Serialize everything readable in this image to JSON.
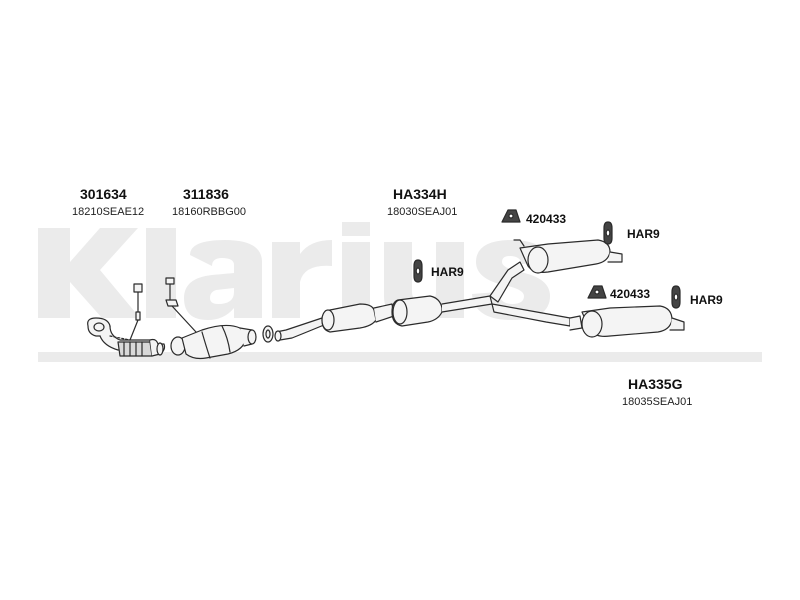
{
  "watermark": {
    "text": "Klarius",
    "color": "#ebebeb"
  },
  "parts": {
    "p301634": {
      "number": "301634",
      "oem": "18210SEAE12"
    },
    "p311836": {
      "number": "311836",
      "oem": "18160RBBG00"
    },
    "ha334h": {
      "number": "HA334H",
      "oem": "18030SEAJ01"
    },
    "ha335g": {
      "number": "HA335G",
      "oem": "18035SEAJ01"
    },
    "m420433_top": {
      "number": "420433"
    },
    "m420433_bottom": {
      "number": "420433"
    },
    "har9_left": {
      "number": "HAR9"
    },
    "har9_top_right": {
      "number": "HAR9"
    },
    "har9_bottom_right": {
      "number": "HAR9"
    }
  },
  "colors": {
    "line": "#2b2b2b",
    "fill": "#f4f4f4",
    "shade": "#9a9a9a"
  }
}
